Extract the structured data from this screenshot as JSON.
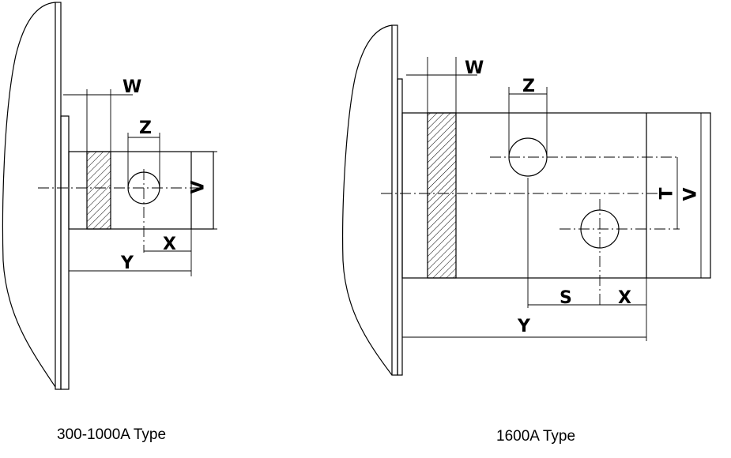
{
  "left_diagram": {
    "caption": "300-1000A Type",
    "labels": {
      "w": "W",
      "z": "Z",
      "v": "V",
      "x": "X",
      "y": "Y"
    }
  },
  "right_diagram": {
    "caption": "1600A Type",
    "labels": {
      "w": "W",
      "z": "Z",
      "t": "T",
      "v": "V",
      "s": "S",
      "x": "X",
      "y": "Y"
    }
  }
}
